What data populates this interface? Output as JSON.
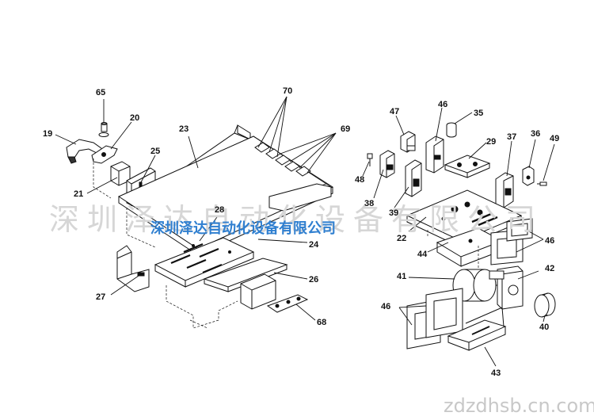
{
  "watermark": {
    "gray_text": "深圳泽达自动化设备有限公司",
    "blue_text": "深圳泽达自动化设备有限公司",
    "site_text": "zdzdhsb.cn.com"
  },
  "callouts": [
    "65",
    "20",
    "19",
    "23",
    "25",
    "21",
    "70",
    "69",
    "28",
    "27",
    "24",
    "26",
    "68",
    "47",
    "46",
    "35",
    "29",
    "37",
    "36",
    "49",
    "48",
    "38",
    "39",
    "22",
    "44",
    "41",
    "42",
    "40",
    "43"
  ],
  "colors": {
    "line": "#111111",
    "watermark_gray": "#d6d6d6",
    "watermark_blue": "#2f7fd0"
  }
}
